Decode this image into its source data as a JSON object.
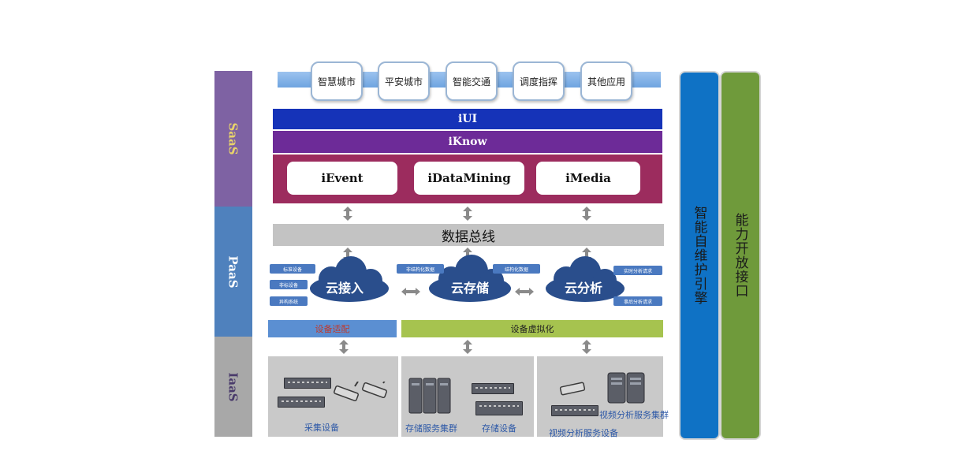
{
  "tiers": {
    "saas": "SaaS",
    "paas": "PaaS",
    "iaas": "IaaS"
  },
  "apps": [
    "智慧城市",
    "平安城市",
    "智能交通",
    "调度指挥",
    "其他应用"
  ],
  "layers": {
    "iui": "iUI",
    "iknow": "iKnow"
  },
  "modules": [
    "iEvent",
    "iDataMining",
    "iMedia"
  ],
  "bus": "数据总线",
  "clouds": {
    "access": {
      "label": "云接入",
      "tags": [
        "标准设备",
        "非标设备",
        "异构系统"
      ]
    },
    "storage": {
      "label": "云存储",
      "tags": [
        "非结构化数据",
        "结构化数据"
      ]
    },
    "analysis": {
      "label": "云分析",
      "tags": [
        "实时分析请求",
        "事后分析请求"
      ]
    }
  },
  "adapt_label": "设备适配",
  "virtualization_label": "设备虚拟化",
  "hardware": {
    "capture": "采集设备",
    "storage_cluster": "存储服务集群",
    "storage_device": "存储设备",
    "video_cluster": "视频分析服务集群",
    "video_device": "视频分析服务设备"
  },
  "side": {
    "engine": "智能自维护引擎",
    "api": "能力开放接口"
  },
  "colors": {
    "saas": "#7e62a3",
    "paas": "#4f81bd",
    "iaas": "#a8a8a8",
    "iui": "#1533b8",
    "iknow": "#6d2b98",
    "modules_bg": "#9c2c5e",
    "engine": "#0f72c5",
    "api": "#6f9a3b"
  }
}
